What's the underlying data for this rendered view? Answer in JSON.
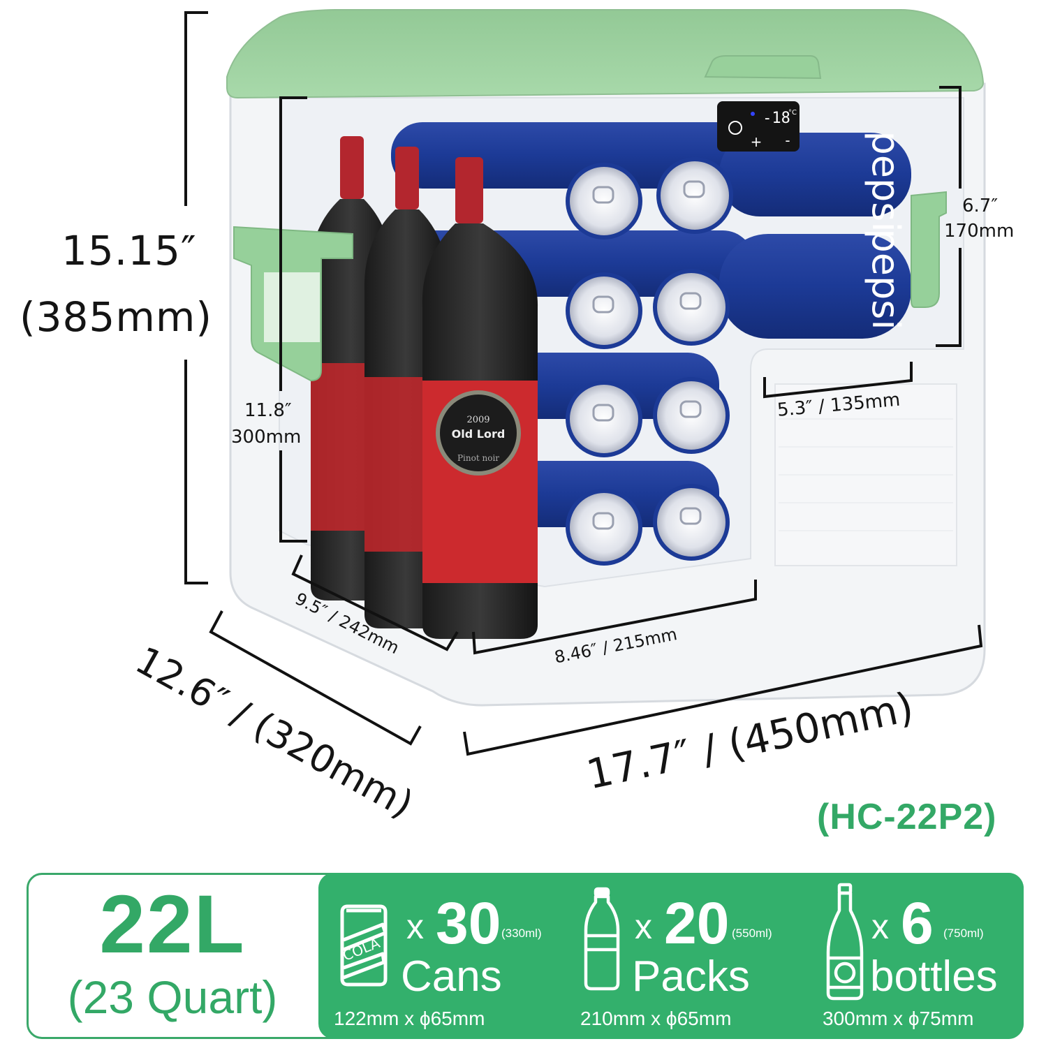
{
  "product": {
    "lid_color": "#a4d6a6",
    "handle_color": "#94cf98",
    "control_panel": {
      "temperature": "-18",
      "unit": "°C",
      "plus_label": "+",
      "minus_label": "-"
    },
    "wine_label": {
      "year": "2009",
      "name": "Old Lord",
      "variety": "Pinot noir"
    },
    "can_brand": "pepsi"
  },
  "dimensions": {
    "height_in": "15.15″",
    "height_mm": "(385mm)",
    "depth": "12.6″ / (320mm)",
    "width": "17.7″ / (450mm)",
    "inner_height_in": "11.8″",
    "inner_height_mm": "300mm",
    "inner_depth": "9.5″ / 242mm",
    "inner_width": "8.46″ / 215mm",
    "step_height_in": "6.7″",
    "step_height_mm": "170mm",
    "step_width": "5.3″ / 135mm"
  },
  "model": "(HC-22P2)",
  "capacity": {
    "liters": "22L",
    "quarts": "(23 Quart)",
    "accent_color": "#33b06c",
    "items": [
      {
        "icon": "cola-can-icon",
        "x": "x",
        "qty": "30",
        "volume": "(330ml)",
        "name": "Cans",
        "size": "122mm x  ϕ65mm"
      },
      {
        "icon": "water-bottle-icon",
        "x": "x",
        "qty": "20",
        "volume": "(550ml)",
        "name": "Packs",
        "size": "210mm x  ϕ65mm"
      },
      {
        "icon": "wine-bottle-icon",
        "x": "x",
        "qty": "6",
        "volume": "(750ml)",
        "name": "bottles",
        "size": "300mm x  ϕ75mm"
      }
    ]
  }
}
